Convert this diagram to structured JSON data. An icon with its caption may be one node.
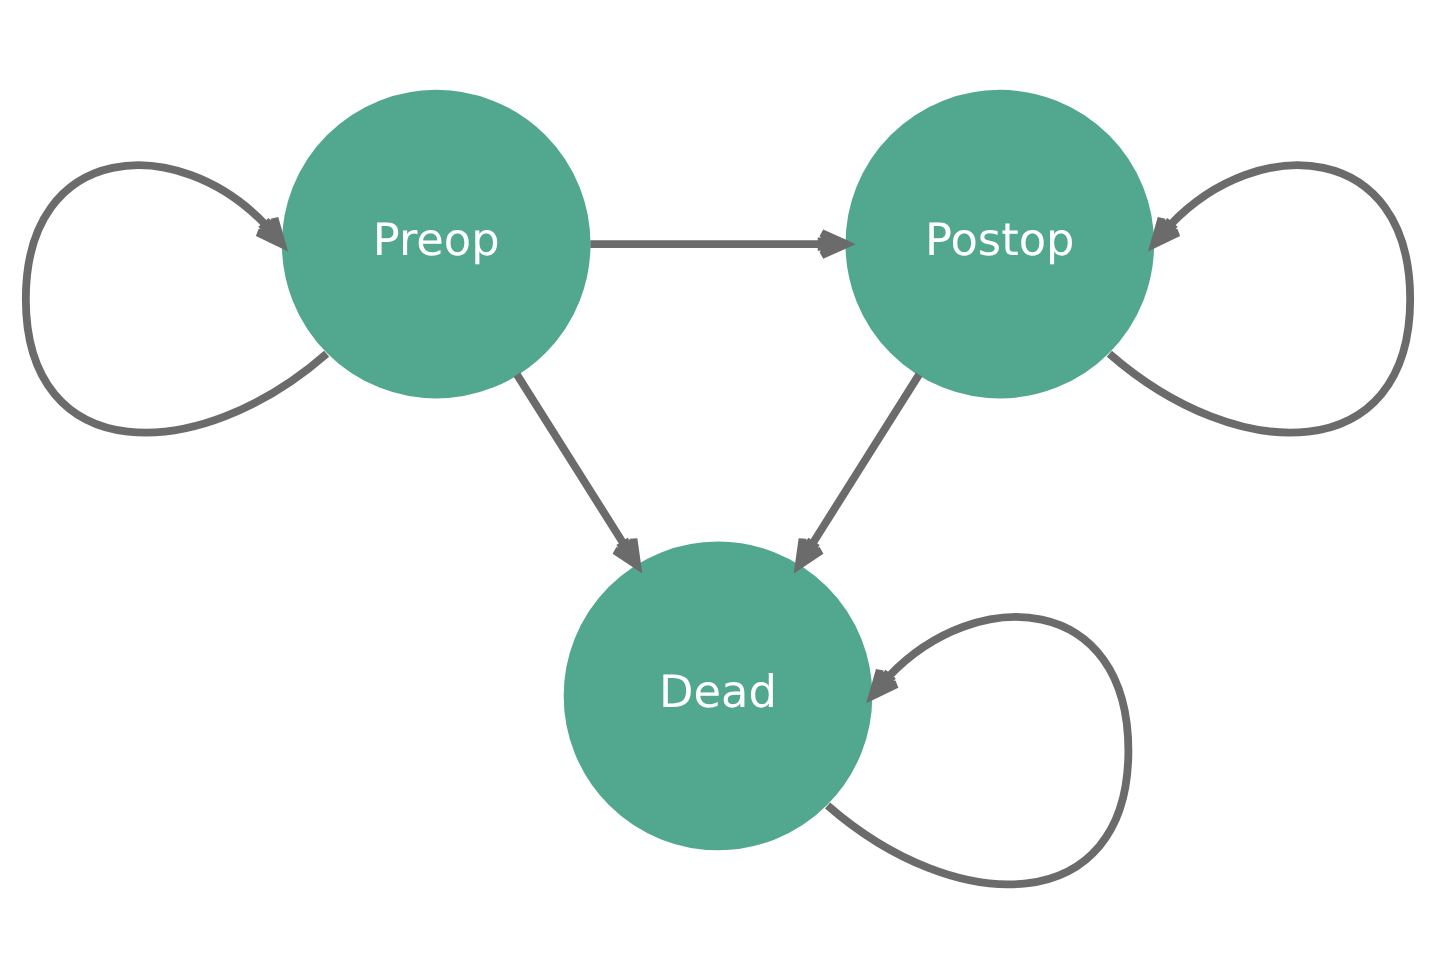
{
  "diagram": {
    "nodes": [
      {
        "text": [
          "Preop"
        ]
      },
      {
        "text": [
          "Postop"
        ]
      },
      {
        "text": [
          "Dead"
        ]
      }
    ],
    "edges": [
      {
        "from": 0,
        "to": 0,
        "arrow": "to"
      },
      {
        "from": 0,
        "to": 1,
        "arrow": "to"
      },
      {
        "from": 1,
        "to": 1,
        "arrow": "to"
      },
      {
        "from": 0,
        "to": 2,
        "arrow": "to"
      },
      {
        "from": 1,
        "to": 2,
        "arrow": "to"
      },
      {
        "from": 2,
        "to": 2,
        "arrow": "to"
      }
    ]
  }
}
